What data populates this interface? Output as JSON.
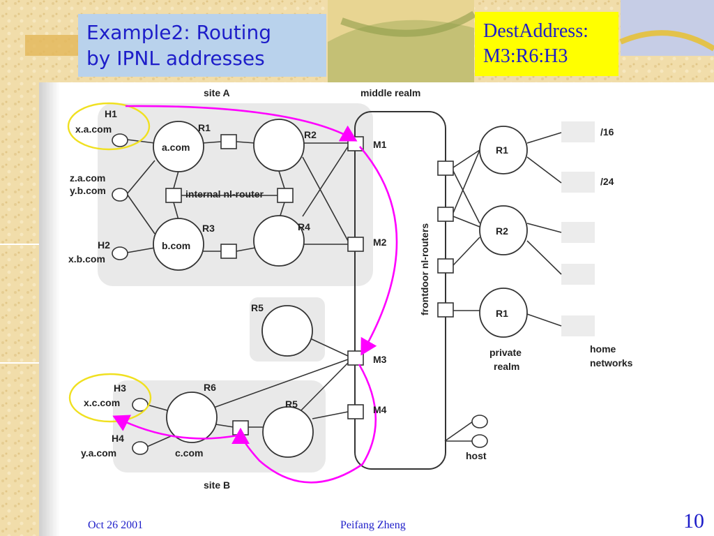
{
  "slide": {
    "title_line1": "Example2: Routing",
    "title_line2": "by IPNL addresses",
    "dest_line1": "DestAddress:",
    "dest_line2": "M3:R6:H3",
    "footer_date": "Oct 26 2001",
    "footer_author": "Peifang Zheng",
    "page_number": "10"
  },
  "diagram": {
    "site_a": "site A",
    "site_b": "site B",
    "middle_realm": "middle realm",
    "frontdoor": "frontdoor nl-routers",
    "private_realm_1": "private",
    "private_realm_2": "realm",
    "home_1": "home",
    "home_2": "networks",
    "internal_router": "internal nl-router",
    "hosts": {
      "h1": "H1",
      "h1_name": "x.a.com",
      "z": "z.a.com",
      "y": "y.b.com",
      "h2": "H2",
      "h2_name": "x.b.com",
      "h3": "H3",
      "h3_name": "x.c.com",
      "h4": "H4",
      "h4_name": "y.a.com",
      "host": "host"
    },
    "routers": {
      "r1": "R1",
      "r2": "R2",
      "r3": "R3",
      "r4": "R4",
      "r5": "R5",
      "r6": "R6",
      "acom": "a.com",
      "bcom": "b.com",
      "ccom": "c.com",
      "pr1": "R1",
      "pr2": "R2",
      "pr3": "R1"
    },
    "mids": {
      "m1": "M1",
      "m2": "M2",
      "m3": "M3",
      "m4": "M4"
    },
    "nets": {
      "n16": "/16",
      "n24": "/24"
    }
  },
  "colors": {
    "arrow": "#ff00ff",
    "highlight_ring": "#f0e020",
    "title_bg": "#b9d2ec",
    "dest_bg": "#ffff00",
    "text_blue": "#1d1dc9"
  }
}
